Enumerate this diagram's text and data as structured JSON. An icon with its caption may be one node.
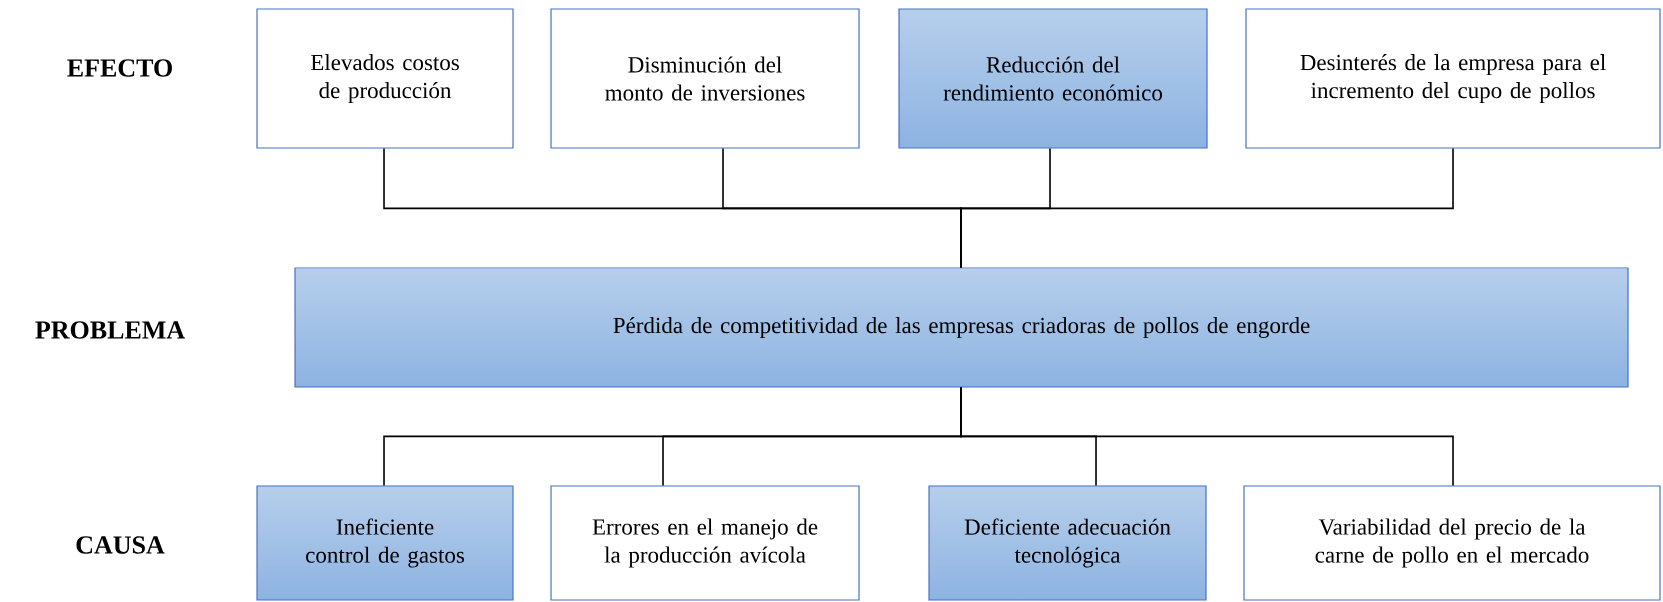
{
  "diagram": {
    "nodes": [
      {
        "text": [
          "Elevados costos de producción"
        ]
      },
      {
        "text": [
          "Disminución del monto de inversiones"
        ]
      },
      {
        "text": [
          "Reducción del rendimiento económico"
        ]
      },
      {
        "text": [
          "Desinterés de la empresa para el incremento del cupo de pollos"
        ]
      },
      {
        "text": [
          "Pérdida de competitividad de las empresas criadoras de pollos de engorde"
        ]
      },
      {
        "text": [
          "Ineficiente control de gastos"
        ]
      },
      {
        "text": [
          "Errores en el manejo de la producción avícola"
        ]
      },
      {
        "text": [
          "Deficiente adecuación tecnológica"
        ]
      },
      {
        "text": [
          "Variabilidad del precio de la carne de pollo en el mercado"
        ]
      }
    ],
    "edges": [
      {
        "from": 4,
        "to": 0,
        "arrow": "none"
      },
      {
        "from": 4,
        "to": 1,
        "arrow": "none"
      },
      {
        "from": 4,
        "to": 2,
        "arrow": "none"
      },
      {
        "from": 4,
        "to": 3,
        "arrow": "none"
      },
      {
        "from": 5,
        "to": 4,
        "arrow": "none"
      },
      {
        "from": 6,
        "to": 4,
        "arrow": "none"
      },
      {
        "from": 7,
        "to": 4,
        "arrow": "none"
      },
      {
        "from": 8,
        "to": 4,
        "arrow": "none"
      }
    ],
    "labels": [
      "EFECTO",
      "PROBLEMA",
      "CAUSA"
    ]
  }
}
